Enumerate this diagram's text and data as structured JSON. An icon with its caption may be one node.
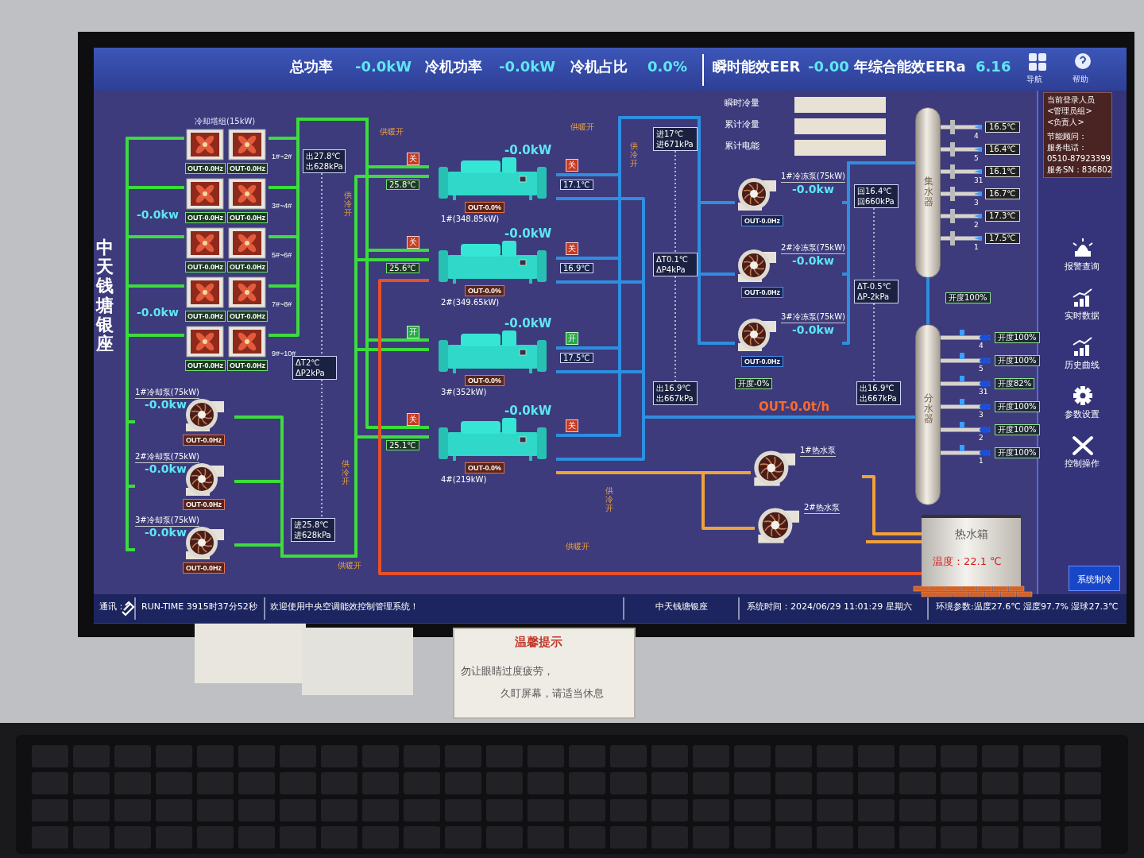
{
  "diagram": {
    "nodes": [
      {
        "text": [
          "OUT-0.0Hz",
          "OUT-0.0Hz"
        ],
        "beside": [
          "冷却塔组(15kW)",
          "1#~2#"
        ]
      },
      {
        "text": [
          "OUT-0.0Hz",
          "OUT-0.0Hz"
        ],
        "beside": [
          "3#~4#"
        ]
      },
      {
        "text": [
          "OUT-0.0Hz",
          "OUT-0.0Hz"
        ],
        "beside": [
          "5#~6#"
        ]
      },
      {
        "text": [
          "OUT-0.0Hz",
          "OUT-0.0Hz"
        ],
        "beside": [
          "7#~8#"
        ]
      },
      {
        "text": [
          "OUT-0.0Hz",
          "OUT-0.0Hz"
        ],
        "beside": [
          "9#~10#"
        ]
      },
      {
        "text": [
          "1#冷却泵(75kW)",
          "-0.0kw",
          "OUT-0.0Hz"
        ]
      },
      {
        "text": [
          "2#冷却泵(75kW)",
          "-0.0kw",
          "OUT-0.0Hz"
        ]
      },
      {
        "text": [
          "3#冷却泵(75kW)",
          "-0.0kw",
          "OUT-0.0Hz"
        ]
      },
      {
        "text": [
          "出27.8℃",
          "出628kPa"
        ]
      },
      {
        "text": [
          "ΔT2℃",
          "ΔP2kPa"
        ]
      },
      {
        "text": [
          "进25.8℃",
          "进628kPa"
        ]
      },
      {
        "text": [
          "-0.0kW",
          "OUT-0.0%",
          "1#(348.85kW)"
        ],
        "beside": [
          "25.8℃",
          "17.1℃"
        ]
      },
      {
        "text": [
          "-0.0kW",
          "OUT-0.0%",
          "2#(349.65kW)"
        ],
        "beside": [
          "25.6℃",
          "16.9℃"
        ]
      },
      {
        "text": [
          "-0.0kW",
          "OUT-0.0%",
          "3#(352kW)"
        ],
        "beside": [
          "17.5℃"
        ]
      },
      {
        "text": [
          "-0.0kW",
          "OUT-0.0%",
          "4#(219kW)"
        ],
        "beside": [
          "25.1℃"
        ]
      },
      {
        "text": [
          "进17℃",
          "进671kPa"
        ]
      },
      {
        "text": [
          "ΔT0.1℃",
          "ΔP4kPa"
        ]
      },
      {
        "text": [
          "出16.9℃",
          "出667kPa"
        ]
      },
      {
        "text": [
          "1#冷冻泵(75kW)",
          "-0.0kw",
          "OUT-0.0Hz"
        ]
      },
      {
        "text": [
          "2#冷冻泵(75kW)",
          "-0.0kw",
          "OUT-0.0Hz"
        ]
      },
      {
        "text": [
          "3#冷冻泵(75kW)",
          "-0.0kw",
          "OUT-0.0Hz"
        ]
      },
      {
        "text": [
          "回16.4℃",
          "回660kPa"
        ]
      },
      {
        "text": [
          "ΔT-0.5℃",
          "ΔP-2kPa"
        ]
      },
      {
        "text": [
          "出16.9℃",
          "出667kPa"
        ]
      },
      {
        "text": [
          "集水器"
        ]
      },
      {
        "text": [
          "分水器"
        ]
      },
      {
        "text": [
          "1#热水泵"
        ]
      },
      {
        "text": [
          "2#热水泵"
        ]
      },
      {
        "text": [
          "热水箱",
          "温度：22.1 ℃"
        ]
      }
    ],
    "edges": [
      {
        "from": 0,
        "to": 5,
        "arrow": "none"
      },
      {
        "from": 0,
        "to": 6,
        "arrow": "none"
      },
      {
        "from": 0,
        "to": 7,
        "arrow": "none"
      },
      {
        "from": 1,
        "to": 7,
        "arrow": "none"
      },
      {
        "from": 2,
        "to": 7,
        "arrow": "none"
      },
      {
        "from": 3,
        "to": 7,
        "arrow": "none"
      },
      {
        "from": 4,
        "to": 7,
        "arrow": "none"
      },
      {
        "from": 5,
        "to": 11,
        "arrow": "none"
      },
      {
        "from": 6,
        "to": 12,
        "arrow": "none"
      },
      {
        "from": 7,
        "to": 14,
        "arrow": "none"
      },
      {
        "from": 7,
        "to": 13,
        "arrow": "none"
      },
      {
        "from": 11,
        "to": 0,
        "arrow": "none"
      },
      {
        "from": 11,
        "to": 1,
        "arrow": "none"
      },
      {
        "from": 11,
        "to": 2,
        "arrow": "none"
      },
      {
        "from": 11,
        "to": 3,
        "arrow": "none"
      },
      {
        "from": 11,
        "to": 4,
        "arrow": "none"
      },
      {
        "from": 12,
        "to": 0,
        "arrow": "none"
      },
      {
        "from": 13,
        "to": 0,
        "arrow": "none"
      },
      {
        "from": 14,
        "to": 0,
        "arrow": "none"
      },
      {
        "from": 11,
        "to": 18,
        "arrow": "none",
        "color": "#2f8ee0"
      },
      {
        "from": 12,
        "to": 19,
        "arrow": "none",
        "color": "#2f8ee0"
      },
      {
        "from": 13,
        "to": 20,
        "arrow": "none",
        "color": "#2f8ee0"
      },
      {
        "from": 14,
        "to": 20,
        "arrow": "none",
        "color": "#2f8ee0"
      },
      {
        "from": 18,
        "to": 24,
        "arrow": "none",
        "color": "#2f8ee0"
      },
      {
        "from": 19,
        "to": 24,
        "arrow": "none",
        "color": "#2f8ee0"
      },
      {
        "from": 20,
        "to": 24,
        "arrow": "none",
        "color": "#2f8ee0"
      },
      {
        "from": 24,
        "to": 25,
        "arrow": "none",
        "color": "#2f8ee0"
      },
      {
        "from": 25,
        "to": 11,
        "arrow": "none",
        "color": "#2f8ee0"
      },
      {
        "from": 25,
        "to": 12,
        "arrow": "none",
        "color": "#2f8ee0"
      },
      {
        "from": 25,
        "to": 13,
        "arrow": "none",
        "color": "#2f8ee0"
      },
      {
        "from": 25,
        "to": 14,
        "arrow": "none",
        "color": "#2f8ee0"
      },
      {
        "from": 14,
        "to": 26,
        "arrow": "none",
        "color": "#f0a13a"
      },
      {
        "from": 14,
        "to": 27,
        "arrow": "none",
        "color": "#f0a13a"
      },
      {
        "from": 26,
        "to": 28,
        "arrow": "none",
        "color": "#f0a13a"
      },
      {
        "from": 27,
        "to": 28,
        "arrow": "none",
        "color": "#f0a13a"
      },
      {
        "from": 12,
        "to": 28,
        "arrow": "none",
        "color": "#e8502a"
      },
      {
        "from": 8,
        "to": 9,
        "arrow": "none",
        "style": "dashed",
        "color": "#dddddd"
      },
      {
        "from": 9,
        "to": 10,
        "arrow": "none",
        "style": "dashed",
        "color": "#dddddd"
      },
      {
        "from": 15,
        "to": 16,
        "arrow": "none",
        "style": "dashed",
        "color": "#dddddd"
      },
      {
        "from": 16,
        "to": 17,
        "arrow": "none",
        "style": "dashed",
        "color": "#dddddd"
      },
      {
        "from": 21,
        "to": 22,
        "arrow": "none",
        "style": "dashed",
        "color": "#dddddd"
      },
      {
        "from": 22,
        "to": 23,
        "arrow": "none",
        "style": "dashed",
        "color": "#dddddd"
      }
    ],
    "labels": [
      "总功率",
      "-0.0kW",
      "冷机功率",
      "-0.0kW",
      "冷机占比",
      "0.0%",
      "瞬时能效EER",
      "-0.00",
      "年综合能效EERa",
      "6.16",
      "导航",
      "帮助",
      "-0.0kw",
      "-0.0kw",
      "中天钱塘银座",
      "瞬时冷量",
      "累计冷量",
      "累计电能",
      "开度100%",
      "开度-0%",
      "OUT-0.0t/h",
      "16.5℃",
      "16.4℃",
      "16.1℃",
      "16.7℃",
      "17.3℃",
      "17.5℃",
      "4",
      "5",
      "31",
      "3",
      "2",
      "1",
      "开度100%",
      "开度100%",
      "开度82%",
      "开度100%",
      "开度100%",
      "开度100%",
      "4",
      "5",
      "31",
      "3",
      "2",
      "1",
      "关",
      "关",
      "关",
      "关",
      "开",
      "开",
      "关",
      "关",
      "供暖开",
      "供暖开",
      "供冷开",
      "供冷开",
      "供冷开",
      "供冷开",
      "供暖开",
      "供暖开",
      "当前登录人员",
      "<管理员组>",
      "<负责人>",
      "节能顾问：",
      "服务电话：",
      "0510-87923399",
      "服务SN：836802",
      "报警查询",
      "实时数据",
      "历史曲线",
      "参数设置",
      "控制操作",
      "通讯：",
      "RUN-TIME 3915时37分52秒",
      "欢迎使用中央空调能效控制管理系统！",
      "中天钱塘银座",
      "系统时间：2024/06/29 11:01:29 星期六",
      "环境参数:温度27.6℃ 湿度97.7% 湿球27.3℃",
      "温馨提示",
      "勿让眼睛过度疲劳，",
      "久盯屏幕，请适当休息",
      "系统制冷"
    ]
  }
}
